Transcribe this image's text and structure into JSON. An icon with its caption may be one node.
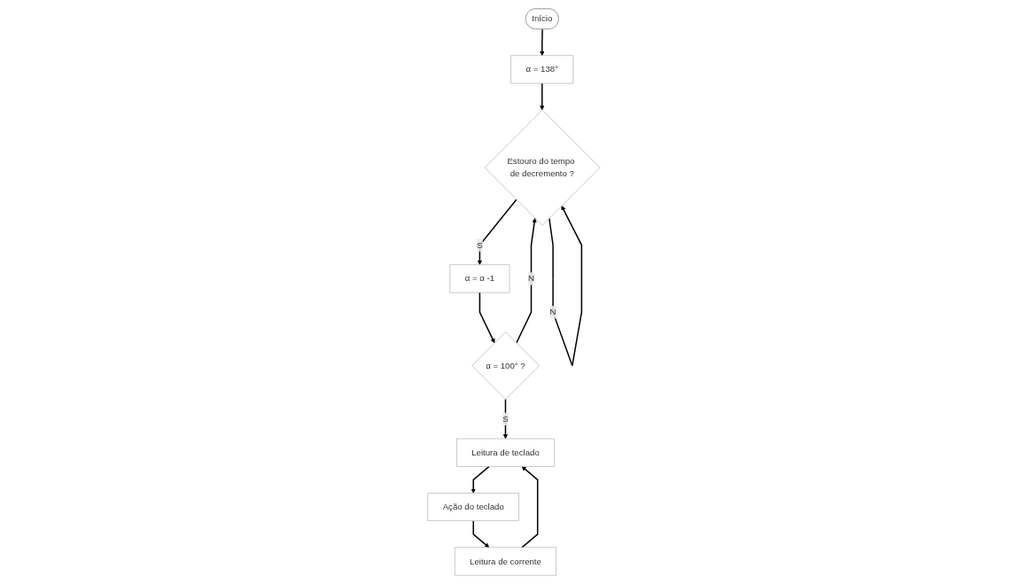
{
  "diagram": {
    "nodes": [
      {
        "text": [
          "Início"
        ]
      },
      {
        "text": [
          "α = 138°"
        ]
      },
      {
        "text": [
          "Estouro do tempo de decremento ?"
        ]
      },
      {
        "text": [
          "α = α -1"
        ]
      },
      {
        "text": [
          "α = 100° ?"
        ]
      },
      {
        "text": [
          "Leitura de teclado"
        ]
      },
      {
        "text": [
          "Ação do teclado"
        ]
      },
      {
        "text": [
          "Leitura de corrente"
        ]
      }
    ],
    "edges": [
      {
        "from": 0,
        "to": 1,
        "arrow": "to"
      },
      {
        "from": 1,
        "to": 2,
        "arrow": "to"
      },
      {
        "from": 2,
        "to": 2,
        "label": "N",
        "arrow": "to"
      },
      {
        "from": 2,
        "to": 3,
        "label": "S",
        "arrow": "to"
      },
      {
        "from": 3,
        "to": 4,
        "arrow": "to"
      },
      {
        "from": 4,
        "to": 2,
        "label": "N",
        "arrow": "to"
      },
      {
        "from": 4,
        "to": 5,
        "label": "S",
        "arrow": "to"
      },
      {
        "from": 5,
        "to": 6,
        "arrow": "to"
      },
      {
        "from": 6,
        "to": 7,
        "arrow": "to"
      },
      {
        "from": 7,
        "to": 5,
        "arrow": "to"
      }
    ]
  }
}
